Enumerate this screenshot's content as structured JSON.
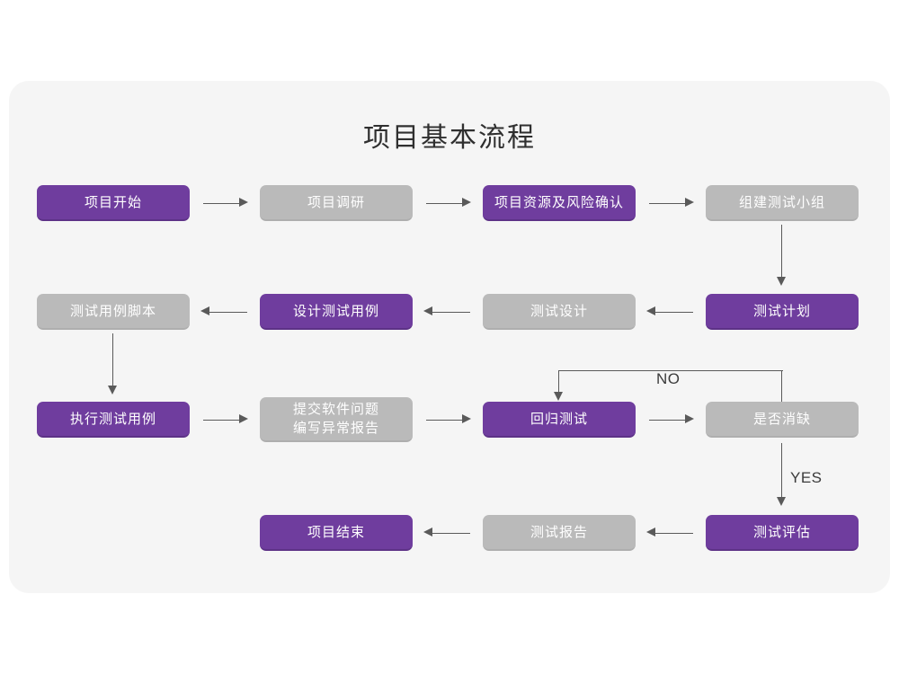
{
  "canvas": {
    "background": "#ffffff",
    "card_background": "#f5f5f5"
  },
  "title": "项目基本流程",
  "colors": {
    "purple": "#6f3d9e",
    "gray": "#bababa",
    "line": "#5a5a5a",
    "text_on_node": "#ffffff",
    "title_text": "#2f2f2f"
  },
  "chart_data": {
    "type": "diagram",
    "title": "项目基本流程",
    "nodes": [
      {
        "id": "n1",
        "label": "项目开始",
        "style": "purple",
        "row": 1,
        "col": 1
      },
      {
        "id": "n2",
        "label": "项目调研",
        "style": "gray",
        "row": 1,
        "col": 2
      },
      {
        "id": "n3",
        "label": "项目资源及风险确认",
        "style": "purple",
        "row": 1,
        "col": 3
      },
      {
        "id": "n4",
        "label": "组建测试小组",
        "style": "gray",
        "row": 1,
        "col": 4
      },
      {
        "id": "n5",
        "label": "测试用例脚本",
        "style": "gray",
        "row": 2,
        "col": 1
      },
      {
        "id": "n6",
        "label": "设计测试用例",
        "style": "purple",
        "row": 2,
        "col": 2
      },
      {
        "id": "n7",
        "label": "测试设计",
        "style": "gray",
        "row": 2,
        "col": 3
      },
      {
        "id": "n8",
        "label": "测试计划",
        "style": "purple",
        "row": 2,
        "col": 4
      },
      {
        "id": "n9",
        "label": "执行测试用例",
        "style": "purple",
        "row": 3,
        "col": 1
      },
      {
        "id": "n10",
        "label": "提交软件问题\n编写异常报告",
        "style": "gray",
        "row": 3,
        "col": 2
      },
      {
        "id": "n11",
        "label": "回归测试",
        "style": "purple",
        "row": 3,
        "col": 3
      },
      {
        "id": "n12",
        "label": "是否消缺",
        "style": "gray",
        "row": 3,
        "col": 4
      },
      {
        "id": "n13",
        "label": "项目结束",
        "style": "purple",
        "row": 4,
        "col": 2
      },
      {
        "id": "n14",
        "label": "测试报告",
        "style": "gray",
        "row": 4,
        "col": 3
      },
      {
        "id": "n15",
        "label": "测试评估",
        "style": "purple",
        "row": 4,
        "col": 4
      }
    ],
    "edges": [
      {
        "from": "n1",
        "to": "n2",
        "direction": "right",
        "label": ""
      },
      {
        "from": "n2",
        "to": "n3",
        "direction": "right",
        "label": ""
      },
      {
        "from": "n3",
        "to": "n4",
        "direction": "right",
        "label": ""
      },
      {
        "from": "n4",
        "to": "n8",
        "direction": "down",
        "label": ""
      },
      {
        "from": "n8",
        "to": "n7",
        "direction": "left",
        "label": ""
      },
      {
        "from": "n7",
        "to": "n6",
        "direction": "left",
        "label": ""
      },
      {
        "from": "n6",
        "to": "n5",
        "direction": "left",
        "label": ""
      },
      {
        "from": "n5",
        "to": "n9",
        "direction": "down",
        "label": ""
      },
      {
        "from": "n9",
        "to": "n10",
        "direction": "right",
        "label": ""
      },
      {
        "from": "n10",
        "to": "n11",
        "direction": "right",
        "label": ""
      },
      {
        "from": "n11",
        "to": "n12",
        "direction": "right",
        "label": ""
      },
      {
        "from": "n12",
        "to": "n11",
        "direction": "loop-up-left-down",
        "label": "NO"
      },
      {
        "from": "n12",
        "to": "n15",
        "direction": "down",
        "label": "YES"
      },
      {
        "from": "n15",
        "to": "n14",
        "direction": "left",
        "label": ""
      },
      {
        "from": "n14",
        "to": "n13",
        "direction": "left",
        "label": ""
      }
    ],
    "edge_labels": {
      "no": "NO",
      "yes": "YES"
    }
  }
}
